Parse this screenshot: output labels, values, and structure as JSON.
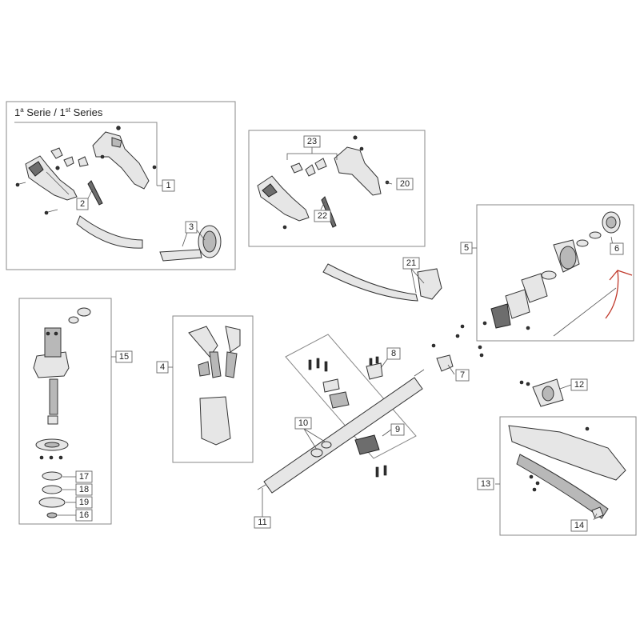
{
  "series_label": {
    "num_a": "1",
    "sup_a": "a",
    "word_a": " Serie / ",
    "num_b": "1",
    "sup_b": "st",
    "word_b": " Series"
  },
  "callouts": {
    "c1": "1",
    "c2": "2",
    "c3": "3",
    "c4": "4",
    "c5": "5",
    "c6": "6",
    "c7": "7",
    "c8": "8",
    "c9": "9",
    "c10": "10",
    "c11": "11",
    "c12": "12",
    "c13": "13",
    "c14": "14",
    "c15": "15",
    "c16": "16",
    "c17": "17",
    "c18": "18",
    "c19": "19",
    "c20": "20",
    "c21": "21",
    "c22": "22",
    "c23": "23"
  },
  "colors": {
    "annotation_arrow": "#c0392b",
    "frame": "#888888",
    "outline": "#333333"
  }
}
